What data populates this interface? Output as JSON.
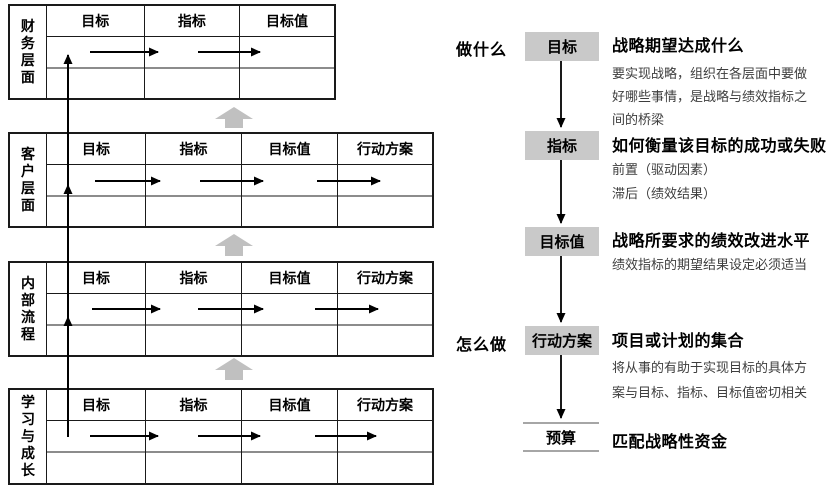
{
  "colors": {
    "box_fill": "#c9c9c9",
    "block_arrow": "#c0c0c0",
    "budget_line": "#a6a6a6",
    "table_border": "#1a1a1a"
  },
  "scorecard": {
    "perspectives": [
      {
        "label": "财务层面",
        "columns": [
          "目标",
          "指标",
          "目标值"
        ]
      },
      {
        "label": "客户层面",
        "columns": [
          "目标",
          "指标",
          "目标值",
          "行动方案"
        ]
      },
      {
        "label": "内部流程",
        "columns": [
          "目标",
          "指标",
          "目标值",
          "行动方案"
        ]
      },
      {
        "label": "学习与成长",
        "columns": [
          "目标",
          "指标",
          "目标值",
          "行动方案"
        ]
      }
    ]
  },
  "flow": {
    "stage_labels": {
      "what": "做什么",
      "how": "怎么做"
    },
    "steps": [
      {
        "box": "目标",
        "title": "战略期望达成什么",
        "desc": "要实现战略，组织在各层面中要做好哪些事情，是战略与绩效指标之间的桥梁"
      },
      {
        "box": "指标",
        "title": "如何衡量该目标的成功或失败",
        "desc_line1": "前置（驱动因素）",
        "desc_line2": "滞后（绩效结果）"
      },
      {
        "box": "目标值",
        "title": "战略所要求的绩效改进水平",
        "desc": "绩效指标的期望结果设定必须适当"
      },
      {
        "box": "行动方案",
        "title": "项目或计划的集合",
        "desc": "将从事的有助于实现目标的具体方案与目标、指标、目标值密切相关"
      },
      {
        "box": "预算",
        "title": "匹配战略性资金"
      }
    ]
  }
}
